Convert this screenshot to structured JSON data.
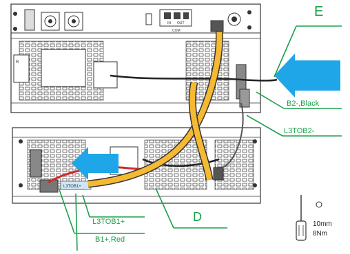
{
  "callouts": {
    "E": "E",
    "D": "D",
    "b2_black": "B2-,Black",
    "l3tob2": "L3TOB2-",
    "l3tob1": "L3TOB1+",
    "b1_red": "B1+,Red"
  },
  "module_top": {
    "port_in": "IN",
    "port_out": "OUT",
    "port_com": "COM"
  },
  "module_bottom": {
    "tag": "L3TOB1+"
  },
  "tool_spec": {
    "size": "10mm",
    "torque": "8Nm"
  },
  "colors": {
    "arrow_blue": "#1fa6e8",
    "leader_green": "#1aa04a",
    "cable_yellow": "#f5b932",
    "cable_red": "#d42a2a",
    "cable_black": "#222222"
  }
}
